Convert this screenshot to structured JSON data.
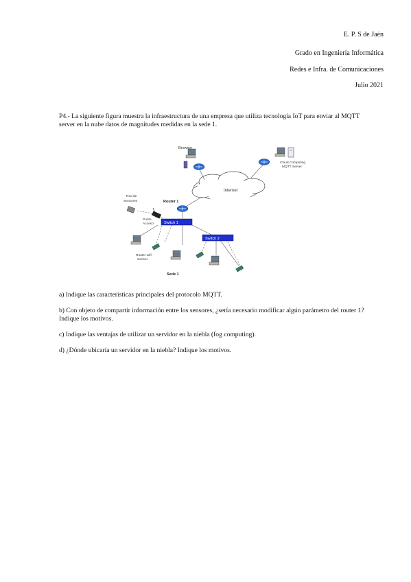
{
  "header": {
    "school": "E. P. S de Jaén",
    "degree": "Grado en Ingeniería Informática",
    "subject": "Redes e Infra. de Comunicaciones",
    "date": "Julio 2021"
  },
  "problem": {
    "statement": "P4.- La siguiente figura muestra la infraestructura de una empresa que utiliza tecnología IoT para enviar al MQTT server en la nube datos de magnitudes medidas en la sede 1."
  },
  "diagram": {
    "labels": {
      "browser": "Browser",
      "cloud_server_line1": "Cloud Computing",
      "cloud_server_line2": "MQTT Server",
      "internet": "Internet",
      "router1": "Router 1",
      "red_line1": "Red de",
      "red_line2": "Sensores",
      "wireless_line1": "Punto",
      "wireless_line2": "Acceso",
      "switch1": "Switch 1",
      "switch2": "Switch 2",
      "sensor_line1": "Router wifi",
      "sensor_line2": "Sensor",
      "site": "Sede 1"
    }
  },
  "questions": {
    "a": "a) Indique las características principales del protocolo MQTT.",
    "b": "b) Con objeto de compartir información entre los sensores, ¿sería necesario modificar algún parámetro del router 1? Indique los motivos.",
    "c": "c) Indique las ventajas de utilizar un servidor en la niebla (fog computing).",
    "d": "d) ¿Dónde ubicaría un servidor en la niebla? Indique los motivos."
  }
}
